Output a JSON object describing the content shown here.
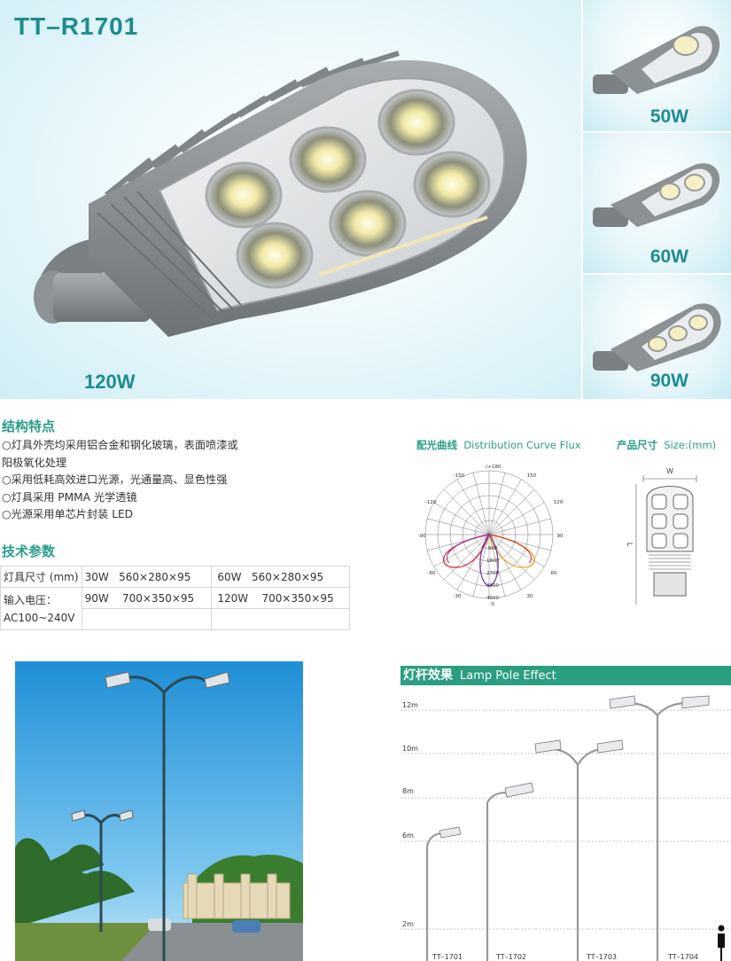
{
  "header": {
    "model": "TT–R1701",
    "main_watt": "120W"
  },
  "variants": [
    {
      "label": "50W",
      "leds": 1
    },
    {
      "label": "60W",
      "leds": 2
    },
    {
      "label": "90W",
      "leds": 3
    }
  ],
  "features": {
    "title": "结构特点",
    "items": [
      "○灯具外壳均采用铝合金和钢化玻璃，表面喷漆或",
      "阳极氧化处理",
      "○采用低耗高效进口光源，光通量高、显色性强",
      "○灯具采用 PMMA 光学透镜",
      "○光源采用单芯片封装 LED"
    ]
  },
  "specs": {
    "title": "技术参数",
    "size_label": "灯具尺寸 (mm)",
    "voltage_label": "输入电压：",
    "voltage_value": "AC100~240V",
    "rows": [
      {
        "w1": "30W",
        "d1": "560×280×95",
        "w2": "60W",
        "d2": "560×280×95"
      },
      {
        "w1": "90W",
        "d1": "700×350×95",
        "w2": "120W",
        "d2": "700×350×95"
      }
    ]
  },
  "distribution": {
    "title_cn": "配光曲线",
    "title_en": "Distribution Curve Flux",
    "angles": [
      "-/+180",
      "-150",
      "150",
      "-120",
      "120",
      "-90",
      "90",
      "-60",
      "60",
      "-30",
      "30",
      "0"
    ],
    "radial": [
      "900",
      "1800",
      "2700",
      "3600",
      "4500"
    ]
  },
  "size_diagram": {
    "title_cn": "产品尺寸",
    "title_en": "Size:(mm)",
    "w": "W",
    "l": "L"
  },
  "pole_effect": {
    "title_cn": "灯杆效果",
    "title_en": "Lamp Pole Effect",
    "heights": [
      "12m",
      "10m",
      "8m",
      "6m",
      "2m"
    ],
    "models": [
      "TT–1701",
      "TT–1702",
      "TT–1703",
      "TT–1704"
    ]
  },
  "colors": {
    "brand": "#1d8c8f",
    "section": "#2a9c8a",
    "bar": "#2b9e7f"
  }
}
